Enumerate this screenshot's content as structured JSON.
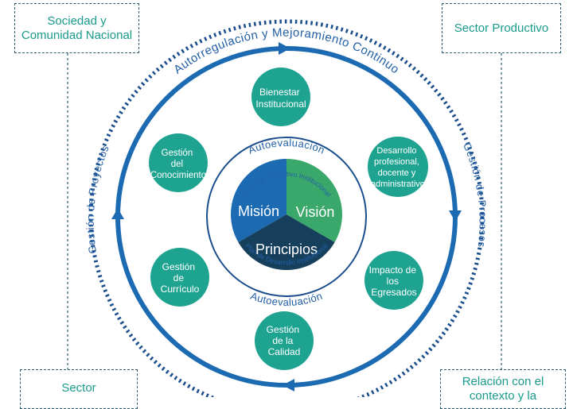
{
  "outer_ring": {
    "top_label": "Autorregulación y Mejoramiento Continuo",
    "left_label": "Gestión de Proyectos",
    "right_label": "Gestión de Procesos"
  },
  "inner_ring": {
    "top_label": "Autoevaluación",
    "bottom_label": "Autoevaluación"
  },
  "core": {
    "top_arc": "Proyecto Educativo Institucional",
    "bottom_arc": "Plan de Desarrollo Institucional",
    "segments": {
      "mision": "Misión",
      "vision": "Visión",
      "principios": "Principios"
    }
  },
  "nodes": {
    "bienestar": [
      "Bienestar",
      "Institucional"
    ],
    "desarrollo": [
      "Desarrollo",
      "profesional,",
      "docente y",
      "administrativo"
    ],
    "impacto": [
      "Impacto de",
      "los",
      "Egresados"
    ],
    "calidad": [
      "Gestión",
      "de la",
      "Calidad"
    ],
    "curriculo": [
      "Gestión",
      "de",
      "Currículo"
    ],
    "conocimiento": [
      "Gestión",
      "del",
      "Conocimiento"
    ]
  },
  "corners": {
    "top_left": "Sociedad y Comunidad Nacional",
    "top_right": "Sector Productivo",
    "bottom_left": "Sector",
    "bottom_right": "Relación con el contexto y la"
  },
  "colors": {
    "blue": "#1c6ab2",
    "dark_blue": "#1a4e8c",
    "teal": "#1fa391",
    "green": "#3aa86a",
    "navy": "#163f5c",
    "dashed": "#2a5b6e"
  }
}
